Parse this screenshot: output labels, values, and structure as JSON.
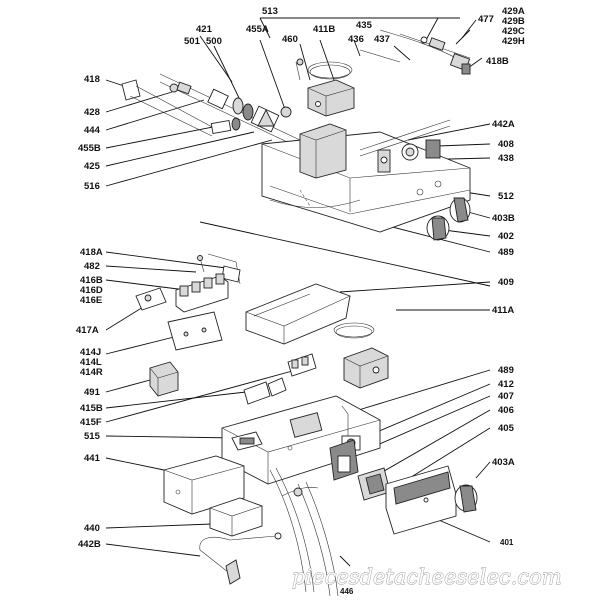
{
  "diagram": {
    "part_labels": {
      "p513": "513",
      "p477": "477",
      "p429a": "429A",
      "p429b": "429B",
      "p429c": "429C",
      "p429h": "429H",
      "p421": "421",
      "p411b": "411B",
      "p435": "435",
      "p436": "436",
      "p437": "437",
      "p501": "501",
      "p500": "500",
      "p455a": "455A",
      "p460": "460",
      "p418b": "418B",
      "p418": "418",
      "p428": "428",
      "p444": "444",
      "p455b": "455B",
      "p425": "425",
      "p516": "516",
      "p442a": "442A",
      "p408": "408",
      "p438": "438",
      "p512": "512",
      "p403b": "403B",
      "p402": "402",
      "p489a": "489",
      "p418a": "418A",
      "p482": "482",
      "p416b": "416B",
      "p416d": "416D",
      "p416e": "416E",
      "p417a": "417A",
      "p414j": "414J",
      "p414l": "414L",
      "p414r": "414R",
      "p491": "491",
      "p409": "409",
      "p411a": "411A",
      "p489b": "489",
      "p412": "412",
      "p407": "407",
      "p406": "406",
      "p405": "405",
      "p415b": "415B",
      "p415f": "415F",
      "p515": "515",
      "p441": "441",
      "p403a": "403A",
      "p440": "440",
      "p442b": "442B",
      "p401": "401",
      "p446": "446"
    },
    "watermark": "piecesdetacheeselec.com"
  }
}
